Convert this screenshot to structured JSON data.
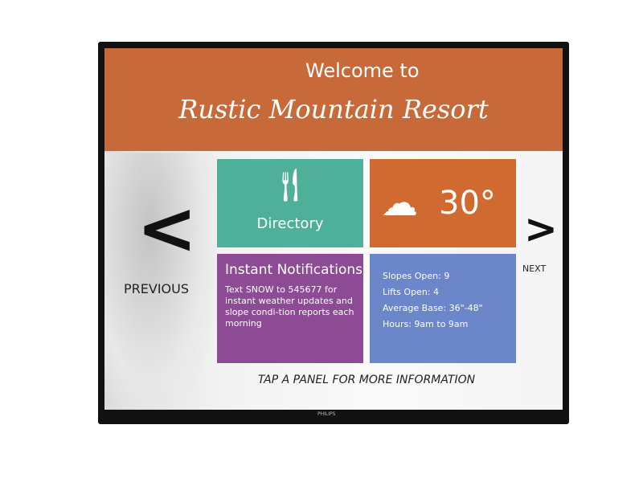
{
  "header": {
    "welcome": "Welcome to",
    "resort": "Rustic Mountain Resort"
  },
  "tiles": {
    "directory": {
      "label": "Directory",
      "icon": "fork-knife-icon"
    },
    "weather": {
      "temperature": "30°",
      "icon": "snow-cloud-icon"
    },
    "notifications": {
      "title": "Instant Notifications",
      "text": "Text SNOW to 545677 for instant weather updates and slope condi-tion reports each morning"
    },
    "conditions": {
      "slopes": "Slopes Open: 9",
      "lifts": "Lifts Open: 4",
      "base": "Average Base: 36\"-48\"",
      "hours": "Hours: 9am to 9am"
    }
  },
  "nav": {
    "previous": "PREVIOUS",
    "next": "NEXT"
  },
  "footer": {
    "tap": "TAP A PANEL FOR MORE INFORMATION"
  },
  "brand": "PHILIPS",
  "colors": {
    "header": "#c8693a",
    "directory": "#4fb09a",
    "weather": "#d06a30",
    "notifications": "#8e4b95",
    "conditions": "#6b86c9"
  }
}
